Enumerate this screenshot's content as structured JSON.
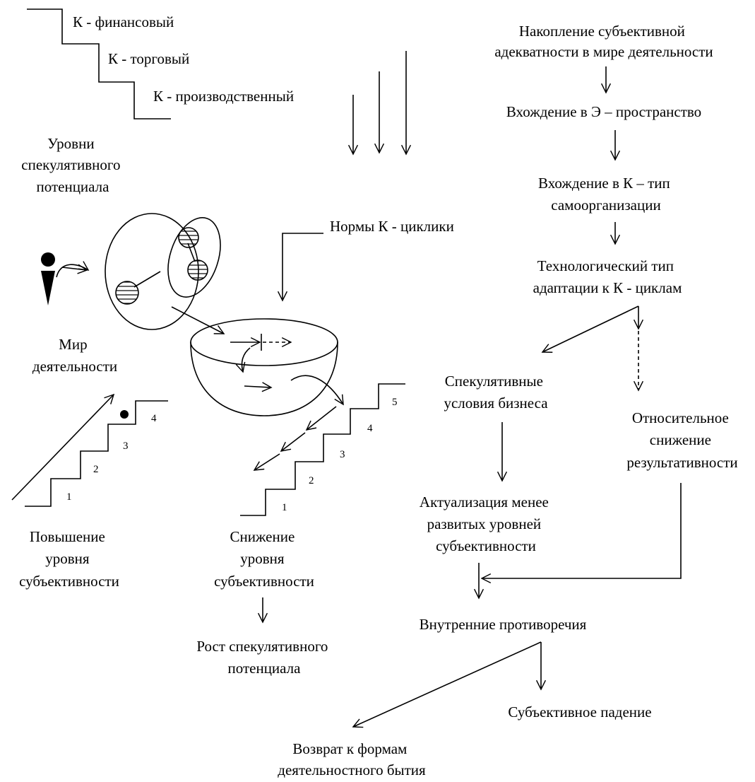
{
  "levels": {
    "financial": "К - финансовый",
    "trade": "К - торговый",
    "production": "К - производственный",
    "caption": [
      "Уровни",
      "спекулятивного",
      "потенциала"
    ]
  },
  "norms_label": "Нормы К - циклики",
  "world_label": [
    "Мир",
    "деятельности"
  ],
  "stairs_up": {
    "numbers": [
      "1",
      "2",
      "3",
      "4"
    ],
    "caption": [
      "Повышение",
      "уровня",
      "субъективности"
    ]
  },
  "stairs_down": {
    "numbers": [
      "1",
      "2",
      "3",
      "4",
      "5"
    ],
    "caption": [
      "Снижение",
      "уровня",
      "субъективности"
    ]
  },
  "growth": [
    "Рост спекулятивного",
    "потенциала"
  ],
  "flow": {
    "accumulation": [
      "Накопление субъективной",
      "адекватности в мире деятельности"
    ],
    "entry_e": "Вхождение в Э – пространство",
    "entry_k": [
      "Вхождение в К – тип",
      "самоорганизации"
    ],
    "tech_type": [
      "Технологический тип",
      "адаптации к К - циклам"
    ],
    "speculative": [
      "Спекулятивные",
      "условия бизнеса"
    ],
    "relative_decline": [
      "Относительное",
      "снижение",
      "результативности"
    ],
    "actualization": [
      "Актуализация менее",
      "развитых уровней",
      "субъективности"
    ],
    "contradictions": "Внутренние противоречия",
    "fall": "Субъективное падение",
    "return": [
      "Возврат к формам",
      "деятельностного бытия"
    ]
  }
}
